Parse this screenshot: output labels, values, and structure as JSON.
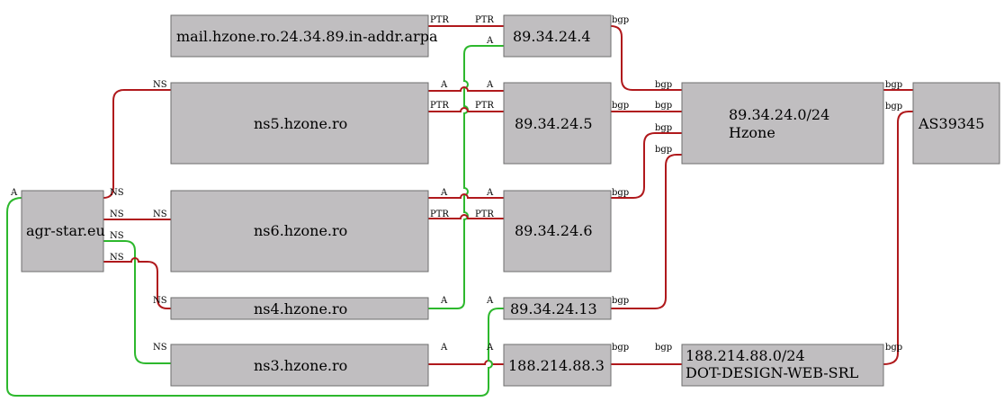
{
  "nodes": {
    "mail_ptr": "mail.hzone.ro.24.34.89.in-addr.arpa",
    "ip_4": "89.34.24.4",
    "ns5": "ns5.hzone.ro",
    "ip_5": "89.34.24.5",
    "prefix_hzone_1": "89.34.24.0/24",
    "prefix_hzone_2": "Hzone",
    "as39345": "AS39345",
    "agr_star": "agr-star.eu",
    "ns6": "ns6.hzone.ro",
    "ip_6": "89.34.24.6",
    "ns4": "ns4.hzone.ro",
    "ip_13": "89.34.24.13",
    "ns3": "ns3.hzone.ro",
    "ip_88_3": "188.214.88.3",
    "prefix_dot_1": "188.214.88.0/24",
    "prefix_dot_2": "DOT-DESIGN-WEB-SRL"
  },
  "edge_labels": {
    "ptr": "PTR",
    "a": "A",
    "ns": "NS",
    "bgp": "bgp"
  },
  "colors": {
    "node_fill": "#c0bec0",
    "edge_red": "#b0191c",
    "edge_green": "#2db82d"
  }
}
